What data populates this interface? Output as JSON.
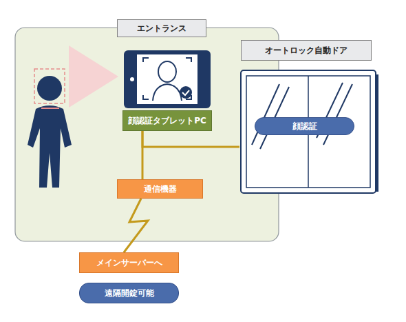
{
  "diagram": {
    "nodes": [
      {
        "text": [
          "エントランス"
        ]
      },
      {
        "text": [
          "顔認証タブレットPC"
        ],
        "in": 0
      },
      {
        "text": [
          "オートロック自動ドア"
        ]
      },
      {
        "text": [
          "顔認証"
        ],
        "in": 2
      },
      {
        "text": [
          "通信機器"
        ],
        "in": 0
      },
      {
        "text": [
          "メインサーバーへ"
        ]
      },
      {
        "text": [
          "遠隔開錠可能"
        ]
      }
    ],
    "edges": [
      {
        "from": 1,
        "to": 2,
        "arrow": "none"
      },
      {
        "from": 1,
        "to": 4,
        "arrow": "none"
      },
      {
        "from": 4,
        "to": 5,
        "arrow": "none"
      }
    ]
  }
}
